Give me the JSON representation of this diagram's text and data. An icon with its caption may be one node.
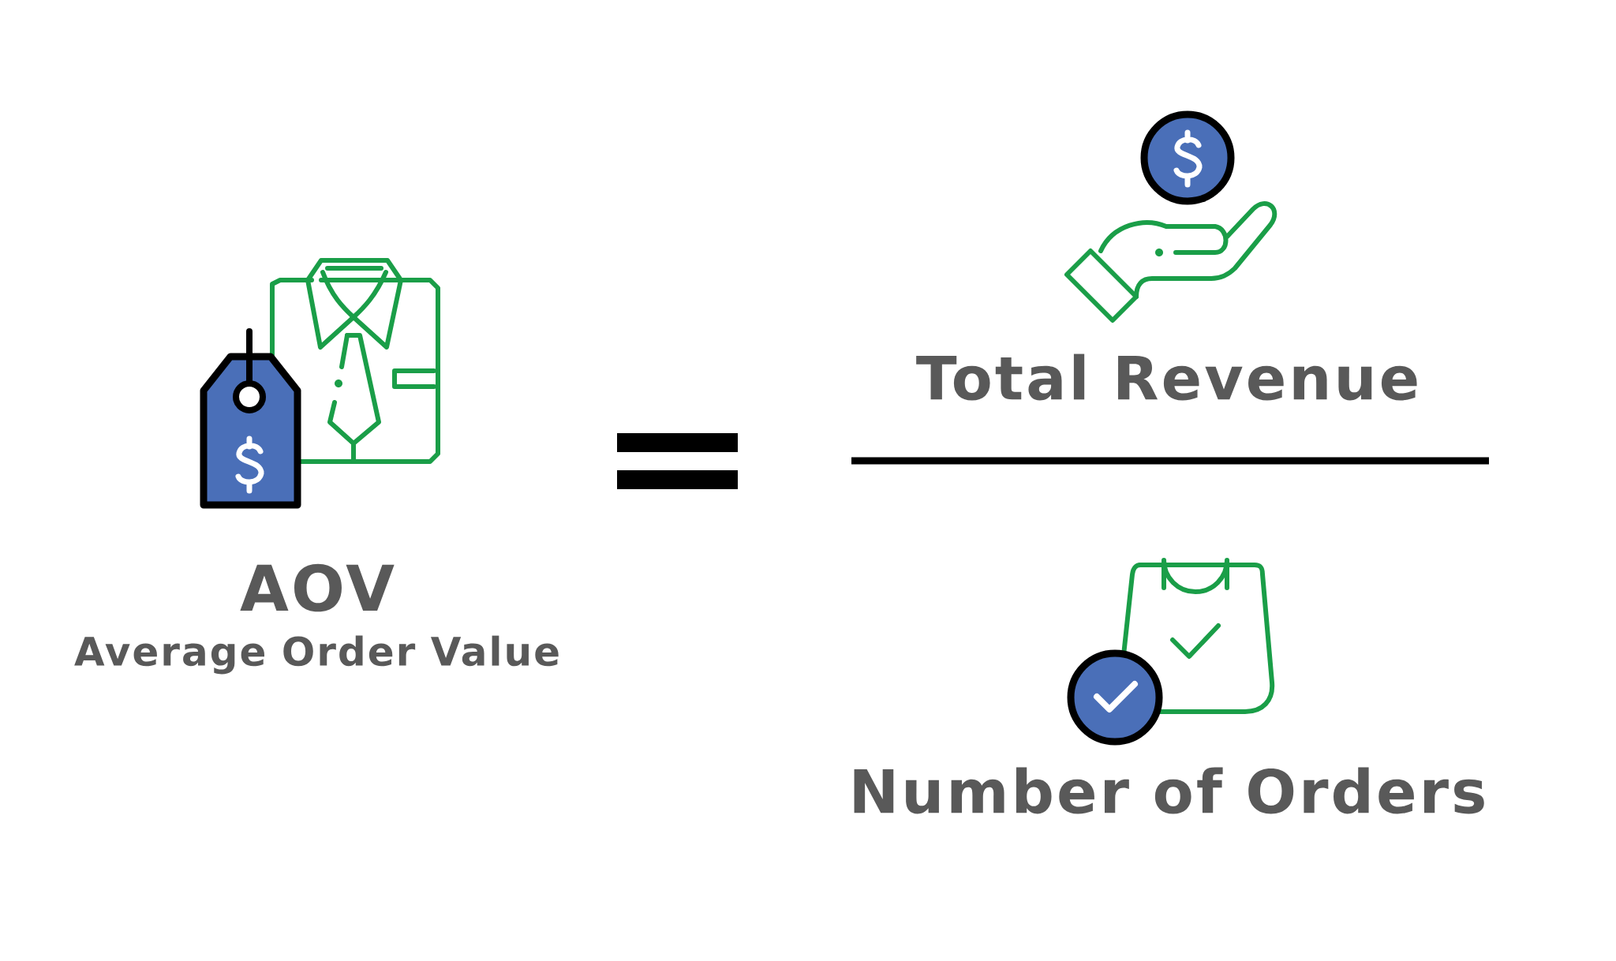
{
  "diagram": {
    "labels": [
      "AOV",
      "Average Order Value",
      "Total Revenue",
      "Number of Orders"
    ]
  }
}
